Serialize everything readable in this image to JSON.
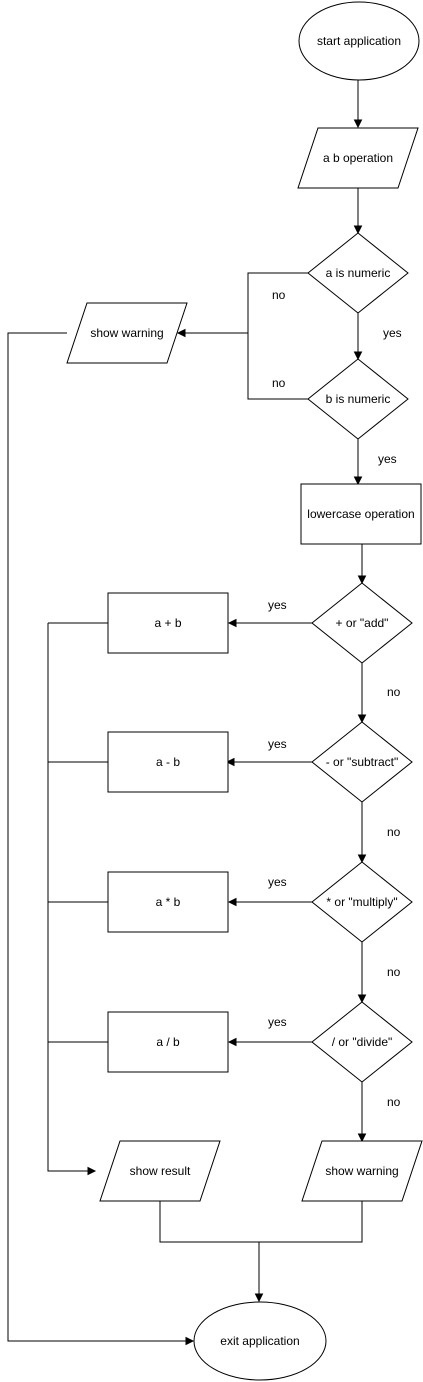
{
  "nodes": {
    "start": "start application",
    "input": "a b operation",
    "a_numeric": "a is numeric",
    "b_numeric": "b is numeric",
    "warning_top": "show warning",
    "lowercase": "lowercase operation",
    "add_check": "+ or \"add\"",
    "add_op": "a + b",
    "subtract_check": "- or \"subtract\"",
    "subtract_op": "a - b",
    "multiply_check": "* or \"multiply\"",
    "multiply_op": "a * b",
    "divide_check": "/ or \"divide\"",
    "divide_op": "a / b",
    "result": "show result",
    "warning_bottom": "show warning",
    "exit": "exit application"
  },
  "edges": {
    "a_no": "no",
    "a_yes": "yes",
    "b_no": "no",
    "b_yes": "yes",
    "add_yes": "yes",
    "add_no": "no",
    "subtract_yes": "yes",
    "subtract_no": "no",
    "multiply_yes": "yes",
    "multiply_no": "no",
    "divide_yes": "yes",
    "divide_no": "no"
  }
}
